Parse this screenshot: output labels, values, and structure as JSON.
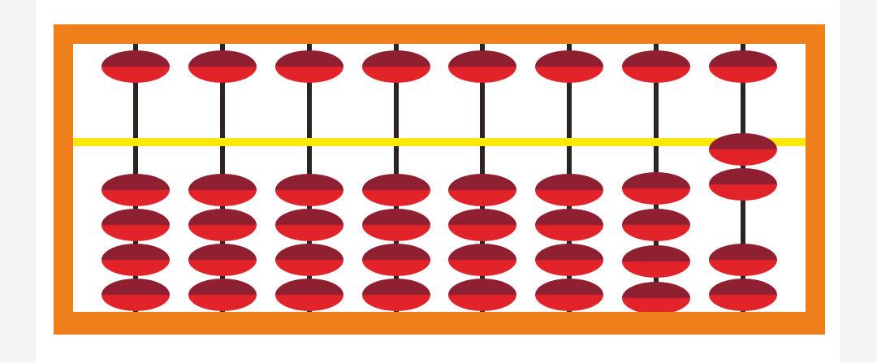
{
  "colors": {
    "page_edge": "#f5f5f5",
    "frame": "#ee7f1a",
    "background": "#ffffff",
    "rod": "#2b2420",
    "beam": "#fbe80b",
    "bead_top": "#8e2031",
    "bead_bottom": "#e3232a"
  },
  "abacus": {
    "rod_count": 8,
    "columns": [
      {
        "upper_bead_at_beam": false,
        "lower_beads_at_beam": 0
      },
      {
        "upper_bead_at_beam": false,
        "lower_beads_at_beam": 0
      },
      {
        "upper_bead_at_beam": false,
        "lower_beads_at_beam": 0
      },
      {
        "upper_bead_at_beam": false,
        "lower_beads_at_beam": 0
      },
      {
        "upper_bead_at_beam": false,
        "lower_beads_at_beam": 0
      },
      {
        "upper_bead_at_beam": false,
        "lower_beads_at_beam": 0
      },
      {
        "upper_bead_at_beam": false,
        "lower_beads_at_beam": 0
      },
      {
        "upper_bead_at_beam": false,
        "lower_beads_at_beam": 2
      }
    ]
  }
}
